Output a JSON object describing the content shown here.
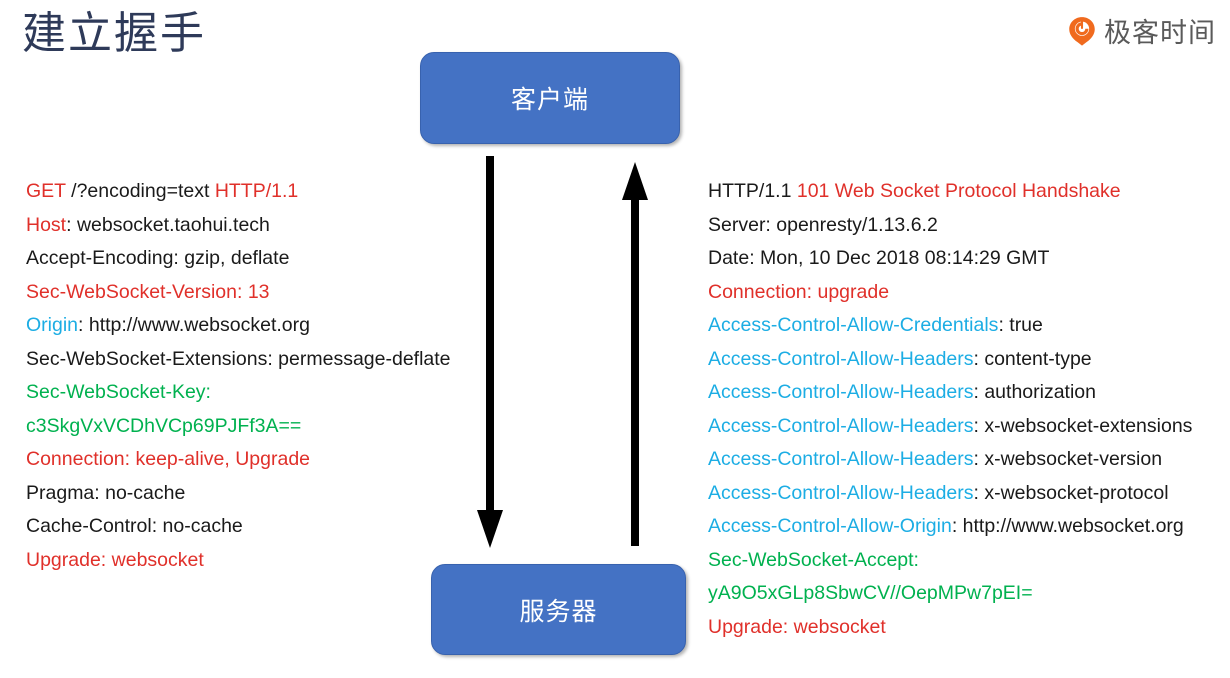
{
  "slide": {
    "title": "建立握手",
    "background": "#ffffff"
  },
  "brand": {
    "name": "极客时间",
    "logo_icon": "geektime-circle-icon",
    "logo_color": "#F06A1E",
    "text_color": "#5A5A5A"
  },
  "diagram": {
    "client_node": {
      "label": "客户端"
    },
    "server_node": {
      "label": "服务器"
    },
    "box_color": "#4472C4",
    "arrows": [
      {
        "name": "request-arrow",
        "direction": "down",
        "color": "#000000"
      },
      {
        "name": "response-arrow",
        "direction": "up",
        "color": "#000000"
      }
    ]
  },
  "colors": {
    "red": "#E0302A",
    "cyan": "#1CADE4",
    "green": "#00B14F",
    "black": "#1A1A1A",
    "title": "#2E3A59"
  },
  "request": {
    "title": "HTTP request headers",
    "lines": [
      [
        {
          "t": "GET ",
          "c": "red"
        },
        {
          "t": "/?encoding=text ",
          "c": "black"
        },
        {
          "t": "HTTP/1.1",
          "c": "red"
        }
      ],
      [
        {
          "t": "Host",
          "c": "red"
        },
        {
          "t": ": websocket.taohui.tech",
          "c": "black"
        }
      ],
      [
        {
          "t": "Accept-Encoding: gzip, deflate",
          "c": "black"
        }
      ],
      [
        {
          "t": "Sec-WebSocket-Version: 13",
          "c": "red"
        }
      ],
      [
        {
          "t": "Origin",
          "c": "cyan"
        },
        {
          "t": ": http://www.websocket.org",
          "c": "black"
        }
      ],
      [
        {
          "t": "Sec-WebSocket-Extensions: permessage-deflate",
          "c": "black"
        }
      ],
      [
        {
          "t": "Sec-WebSocket-Key:",
          "c": "green"
        }
      ],
      [
        {
          "t": "c3SkgVxVCDhVCp69PJFf3A==",
          "c": "green"
        }
      ],
      [
        {
          "t": "Connection: keep-alive, Upgrade",
          "c": "red"
        }
      ],
      [
        {
          "t": "Pragma: no-cache",
          "c": "black"
        }
      ],
      [
        {
          "t": "Cache-Control: no-cache",
          "c": "black"
        }
      ],
      [
        {
          "t": "Upgrade: websocket",
          "c": "red"
        }
      ]
    ]
  },
  "response": {
    "title": "HTTP response headers",
    "lines": [
      [
        {
          "t": "HTTP/1.1 ",
          "c": "black"
        },
        {
          "t": "101 Web Socket Protocol Handshake",
          "c": "red"
        }
      ],
      [
        {
          "t": "Server: openresty/1.13.6.2",
          "c": "black"
        }
      ],
      [
        {
          "t": "Date: Mon, 10 Dec 2018 08:14:29 GMT",
          "c": "black"
        }
      ],
      [
        {
          "t": "Connection: upgrade",
          "c": "red"
        }
      ],
      [
        {
          "t": "Access-Control-Allow-Credentials",
          "c": "cyan"
        },
        {
          "t": ": true",
          "c": "black"
        }
      ],
      [
        {
          "t": "Access-Control-Allow-Headers",
          "c": "cyan"
        },
        {
          "t": ": content-type",
          "c": "black"
        }
      ],
      [
        {
          "t": "Access-Control-Allow-Headers",
          "c": "cyan"
        },
        {
          "t": ": authorization",
          "c": "black"
        }
      ],
      [
        {
          "t": "Access-Control-Allow-Headers",
          "c": "cyan"
        },
        {
          "t": ": x-websocket-extensions",
          "c": "black"
        }
      ],
      [
        {
          "t": "Access-Control-Allow-Headers",
          "c": "cyan"
        },
        {
          "t": ": x-websocket-version",
          "c": "black"
        }
      ],
      [
        {
          "t": "Access-Control-Allow-Headers",
          "c": "cyan"
        },
        {
          "t": ": x-websocket-protocol",
          "c": "black"
        }
      ],
      [
        {
          "t": "Access-Control-Allow-Origin",
          "c": "cyan"
        },
        {
          "t": ": http://www.websocket.org",
          "c": "black"
        }
      ],
      [
        {
          "t": "Sec-WebSocket-Accept:",
          "c": "green"
        }
      ],
      [
        {
          "t": "yA9O5xGLp8SbwCV//OepMPw7pEI=",
          "c": "green"
        }
      ],
      [
        {
          "t": "Upgrade: websocket",
          "c": "red"
        }
      ]
    ]
  }
}
